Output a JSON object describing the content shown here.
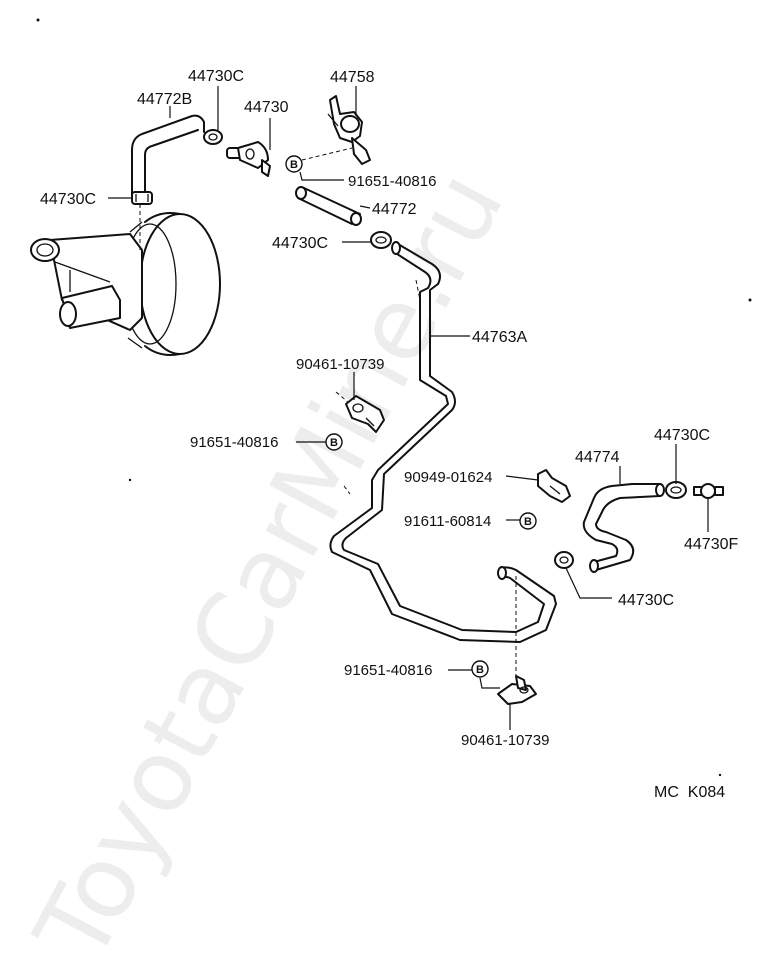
{
  "labels": {
    "clamp_44730c_top": "44730C",
    "hose_44772b": "44772B",
    "valve_44730": "44730",
    "bracket_44758": "44758",
    "bolt_91651_a": "91651-40816",
    "hose_44772": "44772",
    "clamp_44730c_left": "44730C",
    "clamp_44730c_mid": "44730C",
    "pipe_44763a": "44763A",
    "clamp_90461_a": "90461-10739",
    "bolt_91651_b": "91651-40816",
    "hose_44774": "44774",
    "clamp_44730c_right": "44730C",
    "fitting_44730f": "44730F",
    "clip_90949": "90949-01624",
    "bolt_91611": "91611-60814",
    "clamp_44730c_lower": "44730C",
    "bolt_91651_c": "91651-40816",
    "clamp_90461_b": "90461-10739",
    "diagram_code": "MC  K084"
  },
  "bolt_marker": "B",
  "watermark": "ToyotaCarMine.ru"
}
